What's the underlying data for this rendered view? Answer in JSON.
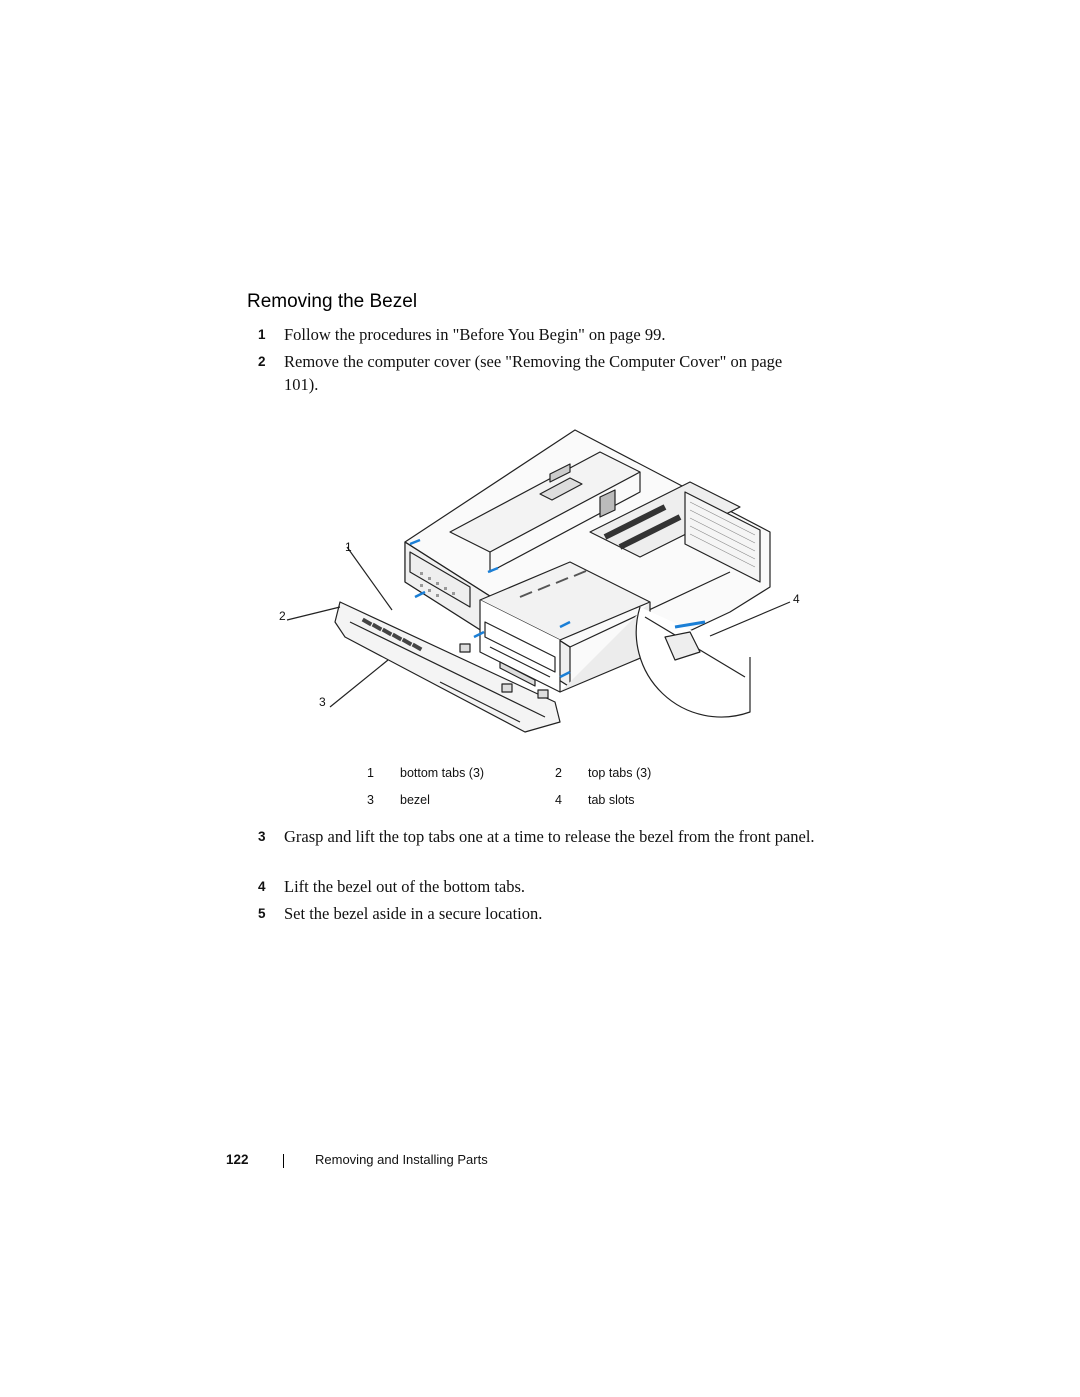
{
  "section": {
    "heading": "Removing the Bezel"
  },
  "steps_before": [
    {
      "num": "1",
      "text": "Follow the procedures in \"Before You Begin\" on page 99."
    },
    {
      "num": "2",
      "text": "Remove the computer cover (see \"Removing the Computer Cover\" on page 101)."
    }
  ],
  "figure": {
    "callouts": [
      "1",
      "2",
      "3",
      "4"
    ]
  },
  "legend": [
    {
      "num": "1",
      "label": "bottom tabs (3)"
    },
    {
      "num": "2",
      "label": "top tabs (3)"
    },
    {
      "num": "3",
      "label": "bezel"
    },
    {
      "num": "4",
      "label": "tab slots"
    }
  ],
  "steps_after": [
    {
      "num": "3",
      "text": "Grasp and lift the top tabs one at a time to release the bezel from the front panel."
    },
    {
      "num": "4",
      "text": "Lift the bezel out of the bottom tabs."
    },
    {
      "num": "5",
      "text": "Set the bezel aside in a secure location."
    }
  ],
  "footer": {
    "page_number": "122",
    "chapter_title": "Removing and Installing Parts"
  }
}
